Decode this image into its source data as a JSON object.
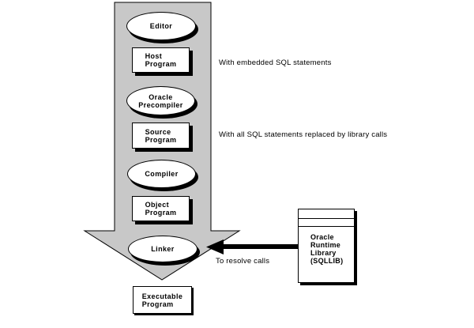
{
  "colors": {
    "arrow_fill": "#c8c8c8",
    "outline": "#000000",
    "node_fill": "#ffffff",
    "connector": "#000000",
    "text": "#000000",
    "background": "#ffffff"
  },
  "nodes": {
    "editor": {
      "label": "Editor",
      "shape": "ellipse"
    },
    "host_program": {
      "label": "Host\nProgram",
      "shape": "rect"
    },
    "oracle_precompiler": {
      "label": "Oracle\nPrecompiler",
      "shape": "ellipse"
    },
    "source_program": {
      "label": "Source\nProgram",
      "shape": "rect"
    },
    "compiler": {
      "label": "Compiler",
      "shape": "ellipse"
    },
    "object_program": {
      "label": "Object\nProgram",
      "shape": "rect"
    },
    "linker": {
      "label": "Linker",
      "shape": "ellipse"
    },
    "executable_program": {
      "label": "Executable\nProgram",
      "shape": "rect"
    }
  },
  "annotations": {
    "host_program_note": "With embedded SQL statements",
    "source_program_note": "With all SQL statements replaced by library calls",
    "linker_note": "To resolve calls"
  },
  "runtime_library": {
    "label": "Oracle\nRuntime\nLibrary\n(SQLLIB)"
  }
}
